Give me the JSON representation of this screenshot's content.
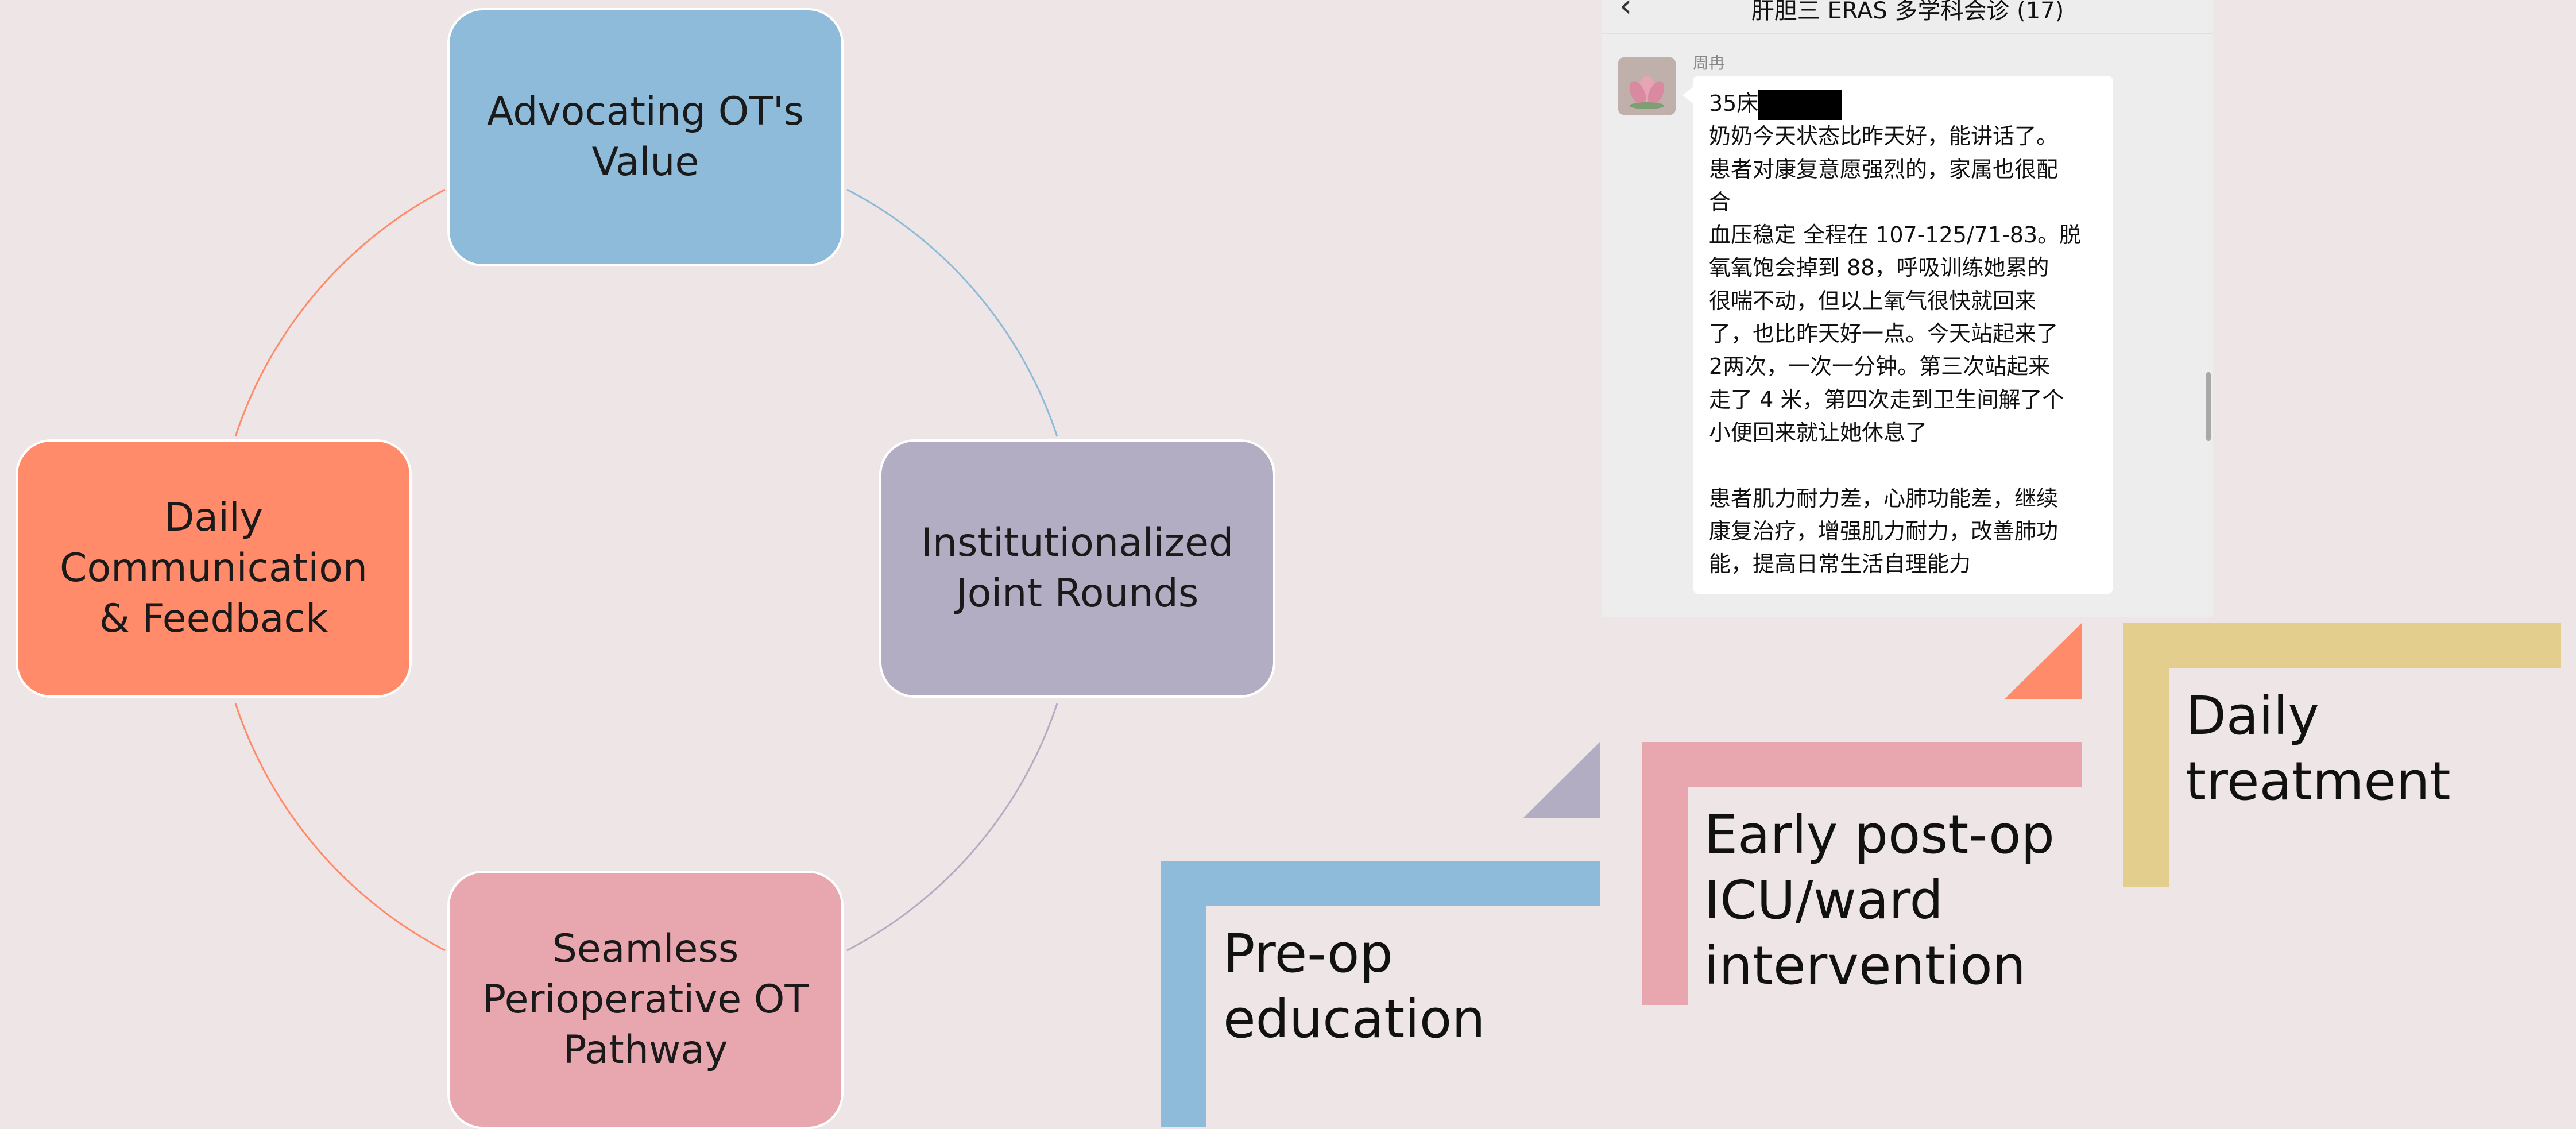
{
  "diagram": {
    "nodes": {
      "top": "Advocating OT's Value",
      "right": "Institutionalized Joint Rounds",
      "bottom": "Seamless Perioperative OT Pathway",
      "left": "Daily Communication & Feedback"
    },
    "colors": {
      "top": "#8dbbd9",
      "right": "#b3adc4",
      "bottom": "#e8a6af",
      "left": "#ff8b6b"
    }
  },
  "chat": {
    "title": "肝胆三 ERAS 多学科会诊 (17)",
    "sender": "周冉",
    "message_lines": [
      "35床",
      "奶奶今天状态比昨天好，能讲话了。",
      "患者对康复意愿强烈的，家属也很配",
      "合",
      "血压稳定 全程在 107-125/71-83。脱",
      "氧氧饱会掉到 88，呼吸训练她累的",
      "很喘不动，但以上氧气很快就回来",
      "了，也比昨天好一点。今天站起来了",
      "2两次，一次一分钟。第三次站起来",
      "走了 4 米，第四次走到卫生间解了个",
      "小便回来就让她休息了",
      "",
      "患者肌力耐力差，心肺功能差，继续",
      "康复治疗，增强肌力耐力，改善肺功",
      "能，提高日常生活自理能力"
    ]
  },
  "staircase": {
    "step1": "Pre-op education",
    "step1_lines": [
      "Pre-op",
      "education"
    ],
    "step2": "Early post-op ICU/ward intervention",
    "step2_lines": [
      "Early post-op",
      "ICU/ward",
      "intervention"
    ],
    "step3": "Daily treatment",
    "step3_lines": [
      "Daily",
      "treatment"
    ],
    "colors": {
      "step1": "#8dbbd9",
      "step2": "#e8a6af",
      "step3": "#e3ce8e",
      "arrow1": "#b3adc4",
      "arrow2": "#ff8b6b"
    }
  }
}
